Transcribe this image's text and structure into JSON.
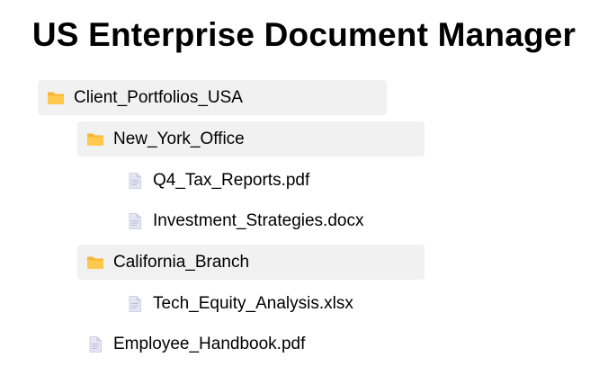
{
  "title": "US Enterprise Document Manager",
  "tree": {
    "client_portfolios": {
      "label": "Client_Portfolios_USA",
      "icon": "folder-icon"
    },
    "new_york_office": {
      "label": "New_York_Office",
      "icon": "folder-icon"
    },
    "q4_tax_reports": {
      "label": "Q4_Tax_Reports.pdf",
      "icon": "file-icon"
    },
    "investment_strategies": {
      "label": "Investment_Strategies.docx",
      "icon": "file-icon"
    },
    "california_branch": {
      "label": "California_Branch",
      "icon": "folder-icon"
    },
    "tech_equity_analysis": {
      "label": "Tech_Equity_Analysis.xlsx",
      "icon": "file-icon"
    },
    "employee_handbook": {
      "label": "Employee_Handbook.pdf",
      "icon": "file-icon"
    }
  },
  "colors": {
    "folder_row_bg": "#f1f1f1",
    "folder_icon": "#ffc94d",
    "file_icon": "#dde0ef"
  }
}
